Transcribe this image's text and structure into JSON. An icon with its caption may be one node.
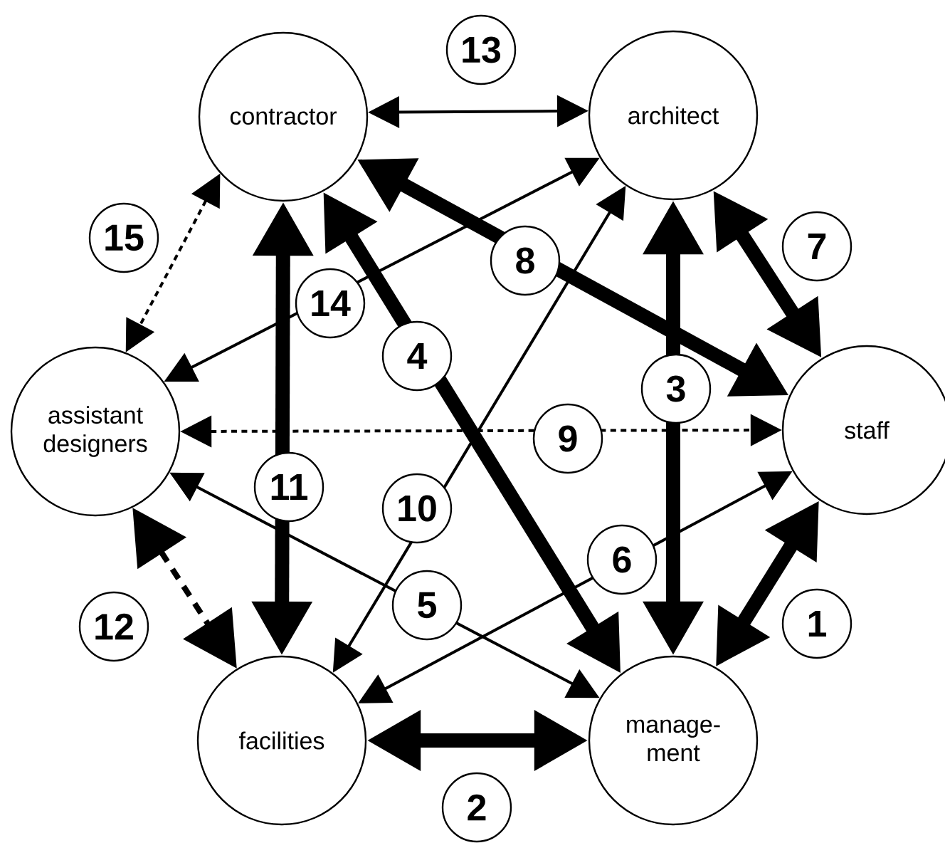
{
  "diagram": {
    "nodes": [
      {
        "text": [
          "contractor"
        ]
      },
      {
        "text": [
          "architect"
        ]
      },
      {
        "text": [
          "assistant designers"
        ]
      },
      {
        "text": [
          "staff"
        ]
      },
      {
        "text": [
          "facilities"
        ]
      },
      {
        "text": [
          "manage- ment"
        ]
      }
    ],
    "edges": [
      {
        "from": 5,
        "to": 3,
        "arrow": "both",
        "style": "thick",
        "label": "1"
      },
      {
        "from": 4,
        "to": 5,
        "arrow": "both",
        "style": "thick",
        "label": "2"
      },
      {
        "from": 5,
        "to": 1,
        "arrow": "both",
        "style": "thick",
        "label": "3"
      },
      {
        "from": 0,
        "to": 5,
        "arrow": "both",
        "style": "thick",
        "label": "4"
      },
      {
        "from": 5,
        "to": 2,
        "arrow": "both",
        "label": "5"
      },
      {
        "from": 4,
        "to": 3,
        "arrow": "both",
        "label": "6"
      },
      {
        "from": 1,
        "to": 3,
        "arrow": "both",
        "style": "thick",
        "label": "7"
      },
      {
        "from": 0,
        "to": 3,
        "arrow": "both",
        "style": "thick",
        "label": "8"
      },
      {
        "from": 2,
        "to": 3,
        "arrow": "both",
        "style": "dashed",
        "label": "9"
      },
      {
        "from": 4,
        "to": 1,
        "arrow": "both",
        "label": "10"
      },
      {
        "from": 0,
        "to": 4,
        "arrow": "both",
        "style": "thick",
        "label": "11"
      },
      {
        "from": 2,
        "to": 4,
        "arrow": "both",
        "style": "dashed",
        "label": "12"
      },
      {
        "from": 0,
        "to": 1,
        "arrow": "both",
        "label": "13"
      },
      {
        "from": 2,
        "to": 1,
        "arrow": "both",
        "label": "14"
      },
      {
        "from": 0,
        "to": 2,
        "arrow": "both",
        "style": "dashed",
        "label": "15"
      }
    ]
  }
}
